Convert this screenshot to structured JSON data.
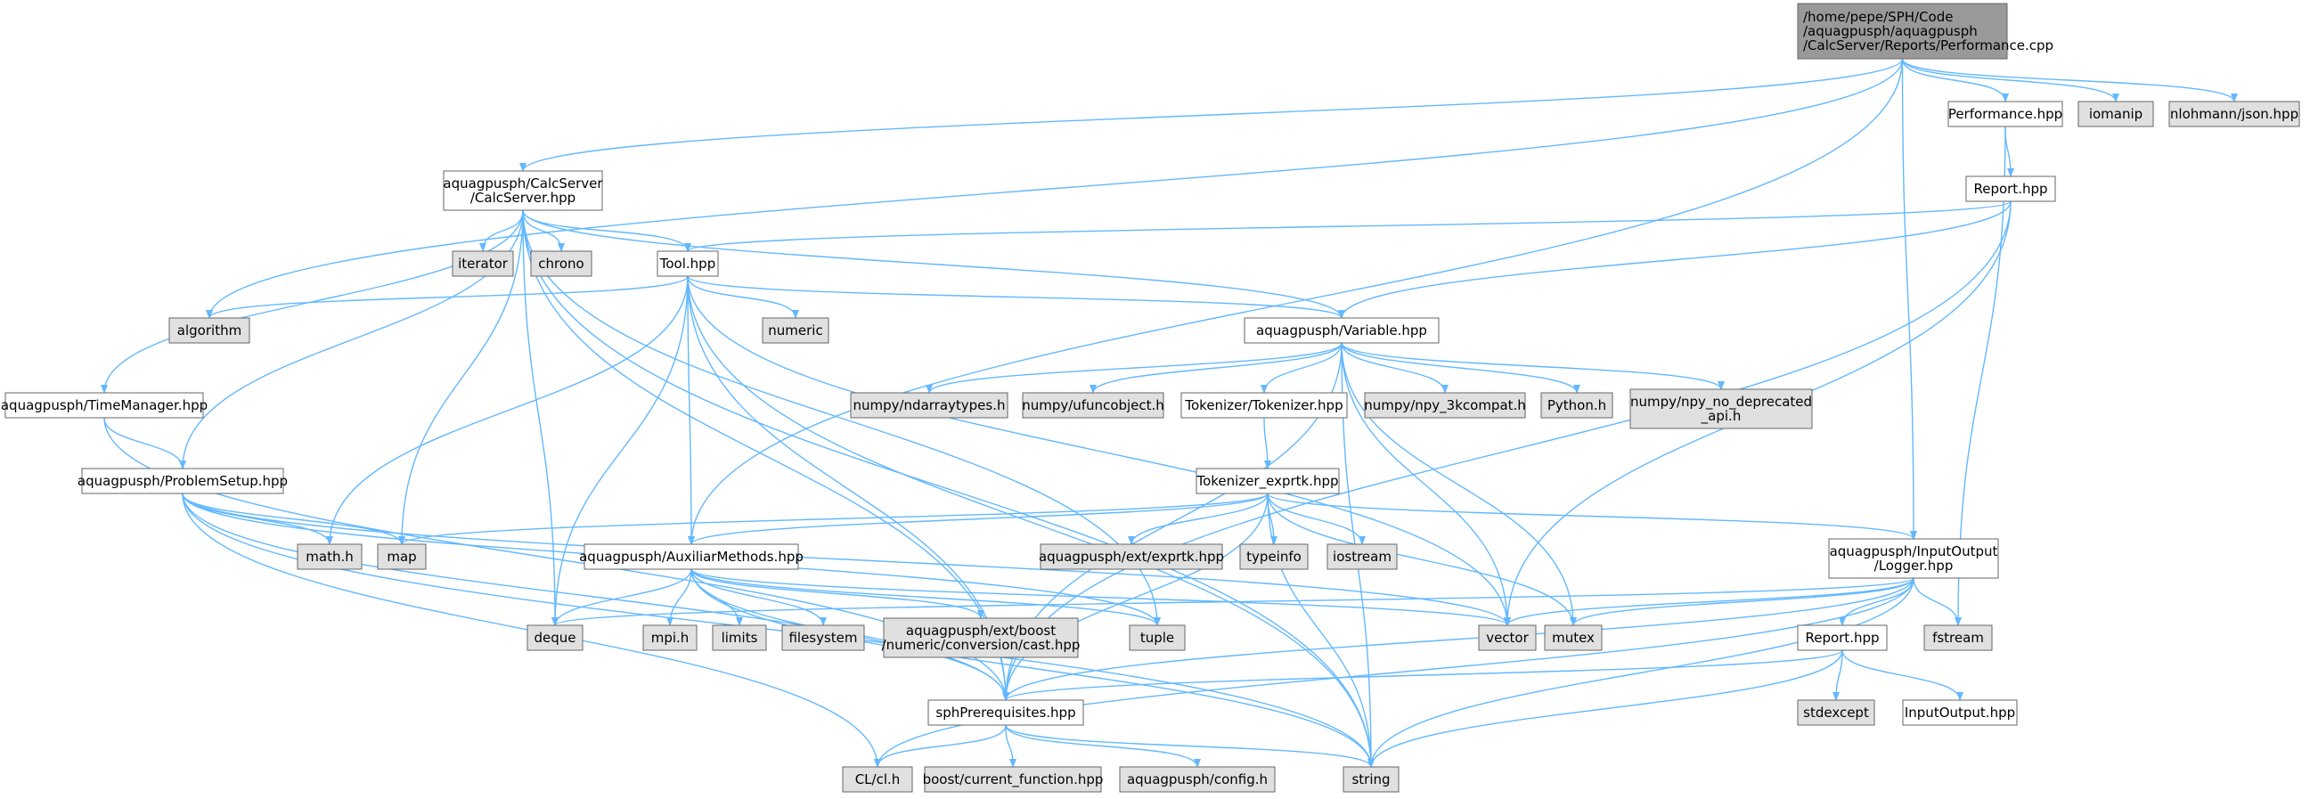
{
  "colors": {
    "edge": "#63b8ff",
    "root_fill": "#999999",
    "documented_fill": "#ffffff",
    "external_fill": "#e0e0e0",
    "border": "#666666"
  },
  "nodes": [
    {
      "id": "root",
      "kind": "root",
      "lines": [
        "/home/pepe/SPH/Code",
        "/aquagpusph/aquagpusph",
        "/CalcServer/Reports/Performance.cpp"
      ]
    },
    {
      "id": "performance_hpp",
      "kind": "documented",
      "lines": [
        "Performance.hpp"
      ]
    },
    {
      "id": "iomanip",
      "kind": "external",
      "lines": [
        "iomanip"
      ]
    },
    {
      "id": "json_hpp",
      "kind": "external",
      "lines": [
        "nlohmann/json.hpp"
      ]
    },
    {
      "id": "report_hpp_top",
      "kind": "documented",
      "lines": [
        "Report.hpp"
      ]
    },
    {
      "id": "calcserver_hpp",
      "kind": "documented",
      "lines": [
        "aquagpusph/CalcServer",
        "/CalcServer.hpp"
      ]
    },
    {
      "id": "iterator",
      "kind": "external",
      "lines": [
        "iterator"
      ]
    },
    {
      "id": "chrono",
      "kind": "external",
      "lines": [
        "chrono"
      ]
    },
    {
      "id": "tool_hpp",
      "kind": "documented",
      "lines": [
        "Tool.hpp"
      ]
    },
    {
      "id": "algorithm",
      "kind": "external",
      "lines": [
        "algorithm"
      ]
    },
    {
      "id": "numeric",
      "kind": "external",
      "lines": [
        "numeric"
      ]
    },
    {
      "id": "variable_hpp",
      "kind": "documented",
      "lines": [
        "aquagpusph/Variable.hpp"
      ]
    },
    {
      "id": "timemanager_hpp",
      "kind": "documented",
      "lines": [
        "aquagpusph/TimeManager.hpp"
      ]
    },
    {
      "id": "ndarraytypes",
      "kind": "external",
      "lines": [
        "numpy/ndarraytypes.h"
      ]
    },
    {
      "id": "ufuncobject",
      "kind": "external",
      "lines": [
        "numpy/ufuncobject.h"
      ]
    },
    {
      "id": "tokenizer_hpp",
      "kind": "documented",
      "lines": [
        "Tokenizer/Tokenizer.hpp"
      ]
    },
    {
      "id": "npy_3kcompat",
      "kind": "external",
      "lines": [
        "numpy/npy_3kcompat.h"
      ]
    },
    {
      "id": "python_h",
      "kind": "external",
      "lines": [
        "Python.h"
      ]
    },
    {
      "id": "npy_no_deprecated",
      "kind": "external",
      "lines": [
        "numpy/npy_no_deprecated",
        "_api.h"
      ]
    },
    {
      "id": "problemsetup_hpp",
      "kind": "documented",
      "lines": [
        "aquagpusph/ProblemSetup.hpp"
      ]
    },
    {
      "id": "tokenizer_exprtk",
      "kind": "documented",
      "lines": [
        "Tokenizer_exprtk.hpp"
      ]
    },
    {
      "id": "math_h",
      "kind": "external",
      "lines": [
        "math.h"
      ]
    },
    {
      "id": "map",
      "kind": "external",
      "lines": [
        "map"
      ]
    },
    {
      "id": "auxiliarmethods",
      "kind": "documented",
      "lines": [
        "aquagpusph/AuxiliarMethods.hpp"
      ]
    },
    {
      "id": "exprtk",
      "kind": "external",
      "lines": [
        "aquagpusph/ext/exprtk.hpp"
      ]
    },
    {
      "id": "typeinfo",
      "kind": "external",
      "lines": [
        "typeinfo"
      ]
    },
    {
      "id": "iostream",
      "kind": "external",
      "lines": [
        "iostream"
      ]
    },
    {
      "id": "logger_hpp",
      "kind": "documented",
      "lines": [
        "aquagpusph/InputOutput",
        "/Logger.hpp"
      ]
    },
    {
      "id": "deque",
      "kind": "external",
      "lines": [
        "deque"
      ]
    },
    {
      "id": "mpi_h",
      "kind": "external",
      "lines": [
        "mpi.h"
      ]
    },
    {
      "id": "limits",
      "kind": "external",
      "lines": [
        "limits"
      ]
    },
    {
      "id": "filesystem",
      "kind": "external",
      "lines": [
        "filesystem"
      ]
    },
    {
      "id": "boost_cast",
      "kind": "external",
      "lines": [
        "aquagpusph/ext/boost",
        "/numeric/conversion/cast.hpp"
      ]
    },
    {
      "id": "tuple",
      "kind": "external",
      "lines": [
        "tuple"
      ]
    },
    {
      "id": "vector",
      "kind": "external",
      "lines": [
        "vector"
      ]
    },
    {
      "id": "mutex",
      "kind": "external",
      "lines": [
        "mutex"
      ]
    },
    {
      "id": "report_hpp_low",
      "kind": "documented",
      "lines": [
        "Report.hpp"
      ]
    },
    {
      "id": "fstream",
      "kind": "external",
      "lines": [
        "fstream"
      ]
    },
    {
      "id": "sphprerequisites",
      "kind": "documented",
      "lines": [
        "sphPrerequisites.hpp"
      ]
    },
    {
      "id": "stdexcept",
      "kind": "external",
      "lines": [
        "stdexcept"
      ]
    },
    {
      "id": "inputoutput_hpp",
      "kind": "documented",
      "lines": [
        "InputOutput.hpp"
      ]
    },
    {
      "id": "cl_h",
      "kind": "external",
      "lines": [
        "CL/cl.h"
      ]
    },
    {
      "id": "boost_current_function",
      "kind": "external",
      "lines": [
        "boost/current_function.hpp"
      ]
    },
    {
      "id": "config_h",
      "kind": "external",
      "lines": [
        "aquagpusph/config.h"
      ]
    },
    {
      "id": "string",
      "kind": "external",
      "lines": [
        "string"
      ]
    }
  ],
  "edges": [
    [
      "root",
      "performance_hpp"
    ],
    [
      "root",
      "iomanip"
    ],
    [
      "root",
      "json_hpp"
    ],
    [
      "root",
      "calcserver_hpp"
    ],
    [
      "root",
      "algorithm"
    ],
    [
      "root",
      "auxiliarmethods"
    ],
    [
      "root",
      "logger_hpp"
    ],
    [
      "performance_hpp",
      "report_hpp_top"
    ],
    [
      "performance_hpp",
      "fstream"
    ],
    [
      "report_hpp_top",
      "tool_hpp"
    ],
    [
      "report_hpp_top",
      "variable_hpp"
    ],
    [
      "report_hpp_top",
      "vector"
    ],
    [
      "report_hpp_top",
      "sphprerequisites"
    ],
    [
      "calcserver_hpp",
      "iterator"
    ],
    [
      "calcserver_hpp",
      "chrono"
    ],
    [
      "calcserver_hpp",
      "tool_hpp"
    ],
    [
      "calcserver_hpp",
      "variable_hpp"
    ],
    [
      "calcserver_hpp",
      "timemanager_hpp"
    ],
    [
      "calcserver_hpp",
      "problemsetup_hpp"
    ],
    [
      "calcserver_hpp",
      "map"
    ],
    [
      "calcserver_hpp",
      "deque"
    ],
    [
      "calcserver_hpp",
      "sphprerequisites"
    ],
    [
      "calcserver_hpp",
      "string"
    ],
    [
      "calcserver_hpp",
      "tuple"
    ],
    [
      "tool_hpp",
      "algorithm"
    ],
    [
      "tool_hpp",
      "numeric"
    ],
    [
      "tool_hpp",
      "variable_hpp"
    ],
    [
      "tool_hpp",
      "math_h"
    ],
    [
      "tool_hpp",
      "auxiliarmethods"
    ],
    [
      "tool_hpp",
      "deque"
    ],
    [
      "tool_hpp",
      "vector"
    ],
    [
      "tool_hpp",
      "string"
    ],
    [
      "tool_hpp",
      "sphprerequisites"
    ],
    [
      "variable_hpp",
      "ndarraytypes"
    ],
    [
      "variable_hpp",
      "ufuncobject"
    ],
    [
      "variable_hpp",
      "tokenizer_hpp"
    ],
    [
      "variable_hpp",
      "npy_3kcompat"
    ],
    [
      "variable_hpp",
      "python_h"
    ],
    [
      "variable_hpp",
      "npy_no_deprecated"
    ],
    [
      "variable_hpp",
      "vector"
    ],
    [
      "variable_hpp",
      "string"
    ],
    [
      "variable_hpp",
      "sphprerequisites"
    ],
    [
      "variable_hpp",
      "mutex"
    ],
    [
      "timemanager_hpp",
      "problemsetup_hpp"
    ],
    [
      "timemanager_hpp",
      "sphprerequisites"
    ],
    [
      "tokenizer_hpp",
      "tokenizer_exprtk"
    ],
    [
      "tokenizer_exprtk",
      "map"
    ],
    [
      "tokenizer_exprtk",
      "auxiliarmethods"
    ],
    [
      "tokenizer_exprtk",
      "exprtk"
    ],
    [
      "tokenizer_exprtk",
      "typeinfo"
    ],
    [
      "tokenizer_exprtk",
      "iostream"
    ],
    [
      "tokenizer_exprtk",
      "logger_hpp"
    ],
    [
      "tokenizer_exprtk",
      "string"
    ],
    [
      "tokenizer_exprtk",
      "mutex"
    ],
    [
      "tokenizer_exprtk",
      "sphprerequisites"
    ],
    [
      "problemsetup_hpp",
      "math_h"
    ],
    [
      "problemsetup_hpp",
      "map"
    ],
    [
      "problemsetup_hpp",
      "vector"
    ],
    [
      "problemsetup_hpp",
      "sphprerequisites"
    ],
    [
      "problemsetup_hpp",
      "cl_h"
    ],
    [
      "problemsetup_hpp",
      "string"
    ],
    [
      "problemsetup_hpp",
      "tuple"
    ],
    [
      "auxiliarmethods",
      "deque"
    ],
    [
      "auxiliarmethods",
      "mpi_h"
    ],
    [
      "auxiliarmethods",
      "limits"
    ],
    [
      "auxiliarmethods",
      "filesystem"
    ],
    [
      "auxiliarmethods",
      "boost_cast"
    ],
    [
      "auxiliarmethods",
      "tuple"
    ],
    [
      "auxiliarmethods",
      "vector"
    ],
    [
      "auxiliarmethods",
      "sphprerequisites"
    ],
    [
      "auxiliarmethods",
      "string"
    ],
    [
      "logger_hpp",
      "deque"
    ],
    [
      "logger_hpp",
      "vector"
    ],
    [
      "logger_hpp",
      "mutex"
    ],
    [
      "logger_hpp",
      "fstream"
    ],
    [
      "logger_hpp",
      "report_hpp_low"
    ],
    [
      "logger_hpp",
      "sphprerequisites"
    ],
    [
      "logger_hpp",
      "cl_h"
    ],
    [
      "logger_hpp",
      "string"
    ],
    [
      "report_hpp_low",
      "stdexcept"
    ],
    [
      "report_hpp_low",
      "inputoutput_hpp"
    ],
    [
      "report_hpp_low",
      "sphprerequisites"
    ],
    [
      "report_hpp_low",
      "string"
    ],
    [
      "sphprerequisites",
      "cl_h"
    ],
    [
      "sphprerequisites",
      "boost_current_function"
    ],
    [
      "sphprerequisites",
      "config_h"
    ],
    [
      "sphprerequisites",
      "string"
    ]
  ]
}
